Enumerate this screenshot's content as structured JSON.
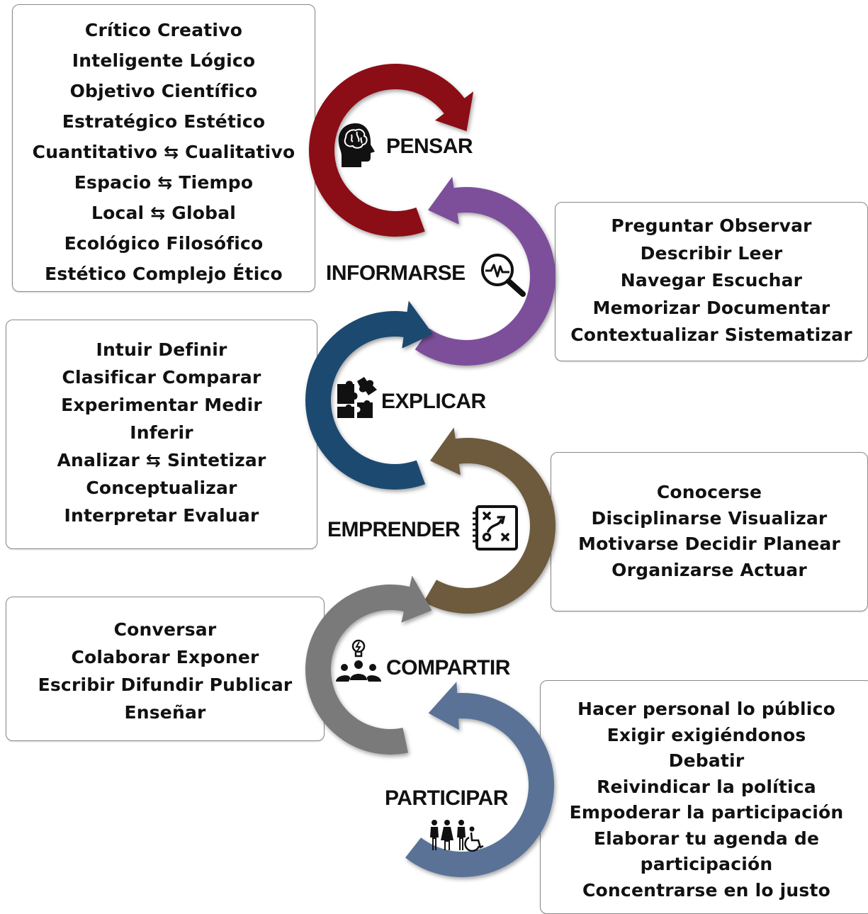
{
  "colors": {
    "pensar": "#8b0f18",
    "informarse": "#7d4f9a",
    "explicar": "#1f4a6f",
    "emprender": "#6e5a3c",
    "compartir": "#7a7a7a",
    "participar": "#5a7296"
  },
  "stages": [
    {
      "key": "pensar",
      "label": "PENSAR",
      "icon": "brain-head-icon"
    },
    {
      "key": "informarse",
      "label": "INFORMARSE",
      "icon": "magnifier-pulse-icon"
    },
    {
      "key": "explicar",
      "label": "EXPLICAR",
      "icon": "puzzle-icon"
    },
    {
      "key": "emprender",
      "label": "EMPRENDER",
      "icon": "strategy-board-icon"
    },
    {
      "key": "compartir",
      "label": "COMPARTIR",
      "icon": "team-idea-icon"
    },
    {
      "key": "participar",
      "label": "PARTICIPAR",
      "icon": "people-accessibility-icon"
    }
  ],
  "boxes": {
    "pensar": [
      "Crítico   Creativo",
      "Inteligente   Lógico",
      "Objetivo   Científico",
      "Estratégico    Estético",
      "Cuantitativo ⇆ Cualitativo",
      "Espacio ⇆ Tiempo",
      "Local ⇆ Global",
      "Ecológico   Filosófico",
      "Estético   Complejo   Ético"
    ],
    "informarse": [
      "Preguntar   Observar",
      "Describir   Leer",
      "Navegar   Escuchar",
      "Memorizar  Documentar",
      "Contextualizar   Sistematizar"
    ],
    "explicar": [
      "Intuir   Definir",
      "Clasificar   Comparar",
      "Experimentar   Medir",
      "Inferir",
      "Analizar ⇆ Sintetizar",
      "Conceptualizar",
      "Interpretar   Evaluar"
    ],
    "emprender": [
      "Conocerse",
      "Disciplinarse   Visualizar",
      "Motivarse   Decidir   Planear",
      "Organizarse  Actuar"
    ],
    "compartir": [
      "Conversar",
      "Colaborar   Exponer",
      "Escribir   Difundir   Publicar",
      "Enseñar"
    ],
    "participar": [
      "Hacer personal lo público",
      "Exigir exigiéndonos",
      "Debatir",
      "Reivindicar la política",
      "Empoderar la participación",
      "Elaborar tu agenda de",
      "participación",
      "Concentrarse en lo justo"
    ]
  }
}
